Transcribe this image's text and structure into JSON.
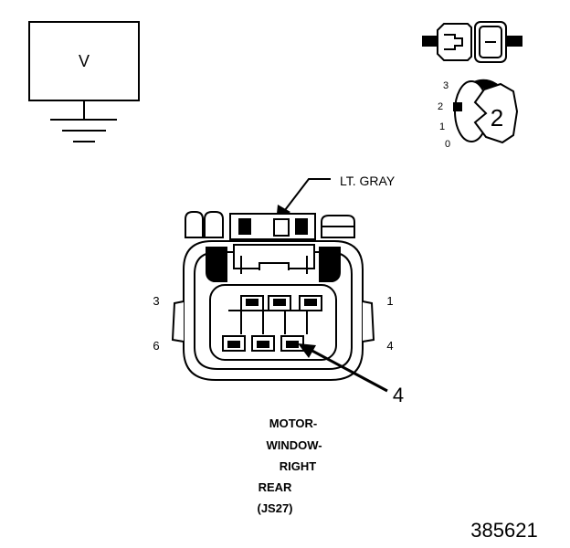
{
  "meter": {
    "symbol": "V"
  },
  "probe_step": {
    "number": "2",
    "positions": [
      "3",
      "2",
      "1",
      "0"
    ]
  },
  "connector": {
    "color_label": "LT. GRAY",
    "pin_numbers": {
      "top_left": "3",
      "top_right": "1",
      "bottom_left": "6",
      "bottom_right": "4"
    },
    "callout": "4",
    "name_lines": [
      "MOTOR-",
      "WINDOW-",
      "RIGHT",
      "REAR",
      "(JS27)"
    ]
  },
  "figure_id": "385621",
  "colors": {
    "ink": "#000000",
    "paper": "#ffffff"
  }
}
